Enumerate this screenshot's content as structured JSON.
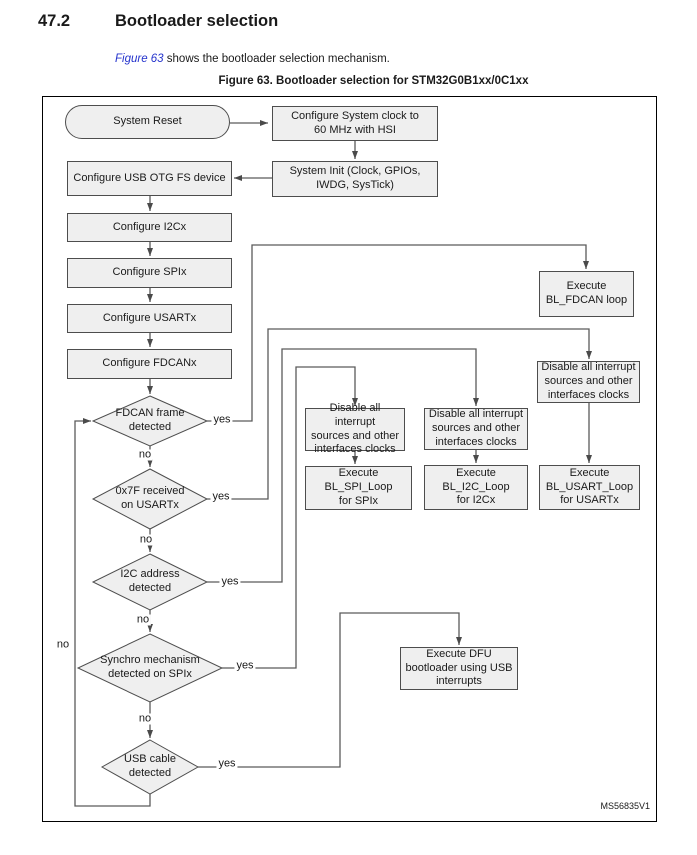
{
  "page": {
    "section_number": "47.2",
    "section_title": "Bootloader selection",
    "intro": {
      "link_text": "Figure 63",
      "rest_text": " shows the bootloader selection mechanism."
    },
    "figure_caption": "Figure 63. Bootloader selection for STM32G0B1xx/0C1xx",
    "diagram_id": "MS56835V1"
  },
  "colors": {
    "node_fill": "#efefef",
    "node_border": "#4d4d4d",
    "connector": "#5b5b5b",
    "frame_border": "#000000",
    "link_blue": "#2433cc"
  },
  "flowchart": {
    "nodes": {
      "system_reset": "System Reset",
      "config_clock": "Configure System clock to\n60 MHz with HSI",
      "system_init": "System Init (Clock, GPIOs,\nIWDG, SysTick)",
      "config_usb": "Configure USB OTG FS device",
      "config_i2c": "Configure I2Cx",
      "config_spi": "Configure SPIx",
      "config_usart": "Configure USARTx",
      "config_fdcan": "Configure FDCANx",
      "exec_fdcan": "Execute\nBL_FDCAN loop",
      "disable_usart": "Disable all interrupt\nsources and other\ninterfaces clocks",
      "exec_usart": "Execute\nBL_USART_Loop\nfor USARTx",
      "disable_spi": "Disable all interrupt\nsources and other\ninterfaces clocks",
      "exec_spi": "Execute\nBL_SPI_Loop\nfor SPIx",
      "disable_i2c": "Disable all interrupt\nsources and other\ninterfaces clocks",
      "exec_i2c": "Execute\nBL_I2C_Loop\nfor I2Cx",
      "exec_dfu": "Execute DFU\nbootloader using USB\ninterrupts"
    },
    "decisions": {
      "fdcan": "FDCAN frame\ndetected",
      "usart7f": "0x7F received\non USARTx",
      "i2c_addr": "I2C address\ndetected",
      "synchro_spi": "Synchro mechanism\ndetected on SPIx",
      "usb_cable": "USB cable\ndetected"
    },
    "branch_labels": {
      "yes": "yes",
      "no": "no"
    }
  }
}
